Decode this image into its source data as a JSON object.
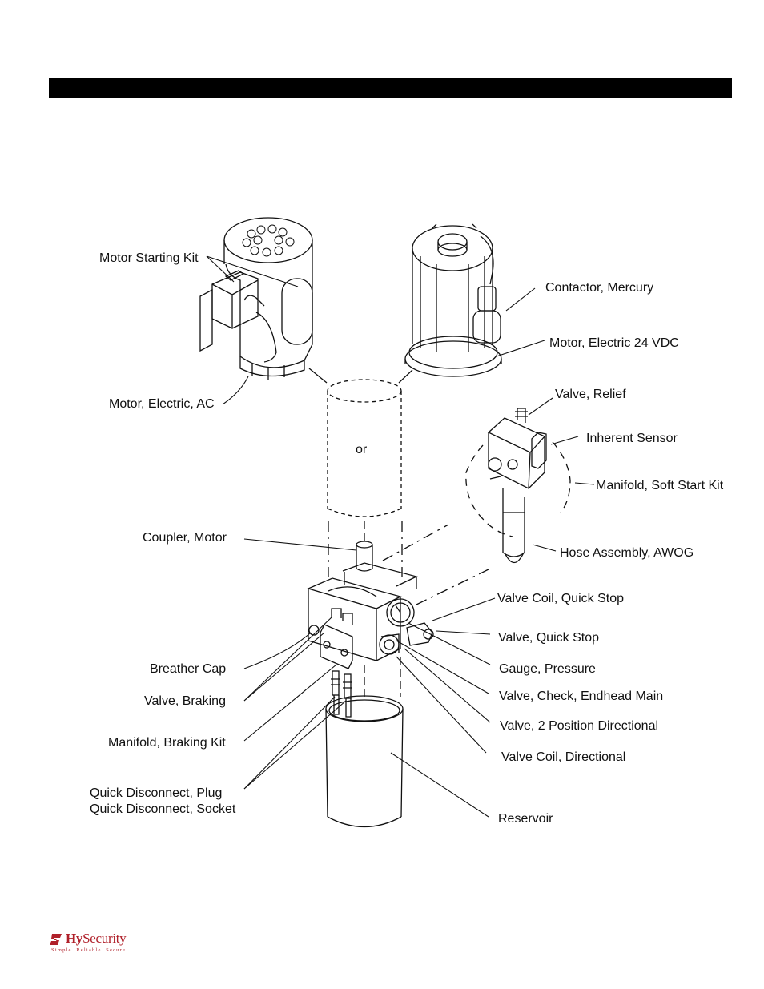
{
  "logo": {
    "brand_bold": "Hy",
    "brand_rest": "Security",
    "tagline": "Simple. Reliable. Secure."
  },
  "diagram": {
    "center_text": "or",
    "labels": {
      "motor_starting_kit": "Motor Starting Kit",
      "contactor_mercury": "Contactor, Mercury",
      "motor_electric_24vdc": "Motor, Electric 24 VDC",
      "motor_electric_ac": "Motor, Electric, AC",
      "valve_relief": "Valve, Relief",
      "inherent_sensor": "Inherent Sensor",
      "manifold_soft_start_kit": "Manifold, Soft Start Kit",
      "hose_assembly_awog": "Hose Assembly, AWOG",
      "coupler_motor": "Coupler, Motor",
      "valve_coil_quick_stop": "Valve Coil, Quick Stop",
      "valve_quick_stop": "Valve, Quick Stop",
      "gauge_pressure": "Gauge, Pressure",
      "breather_cap": "Breather Cap",
      "valve_check_endhead_main": "Valve, Check, Endhead Main",
      "valve_braking": "Valve, Braking",
      "valve_2_position_directional": "Valve, 2 Position Directional",
      "manifold_braking_kit": "Manifold, Braking Kit",
      "valve_coil_directional": "Valve Coil, Directional",
      "quick_disconnect_plug": "Quick Disconnect, Plug",
      "quick_disconnect_socket": "Quick Disconnect, Socket",
      "reservoir": "Reservoir"
    }
  }
}
